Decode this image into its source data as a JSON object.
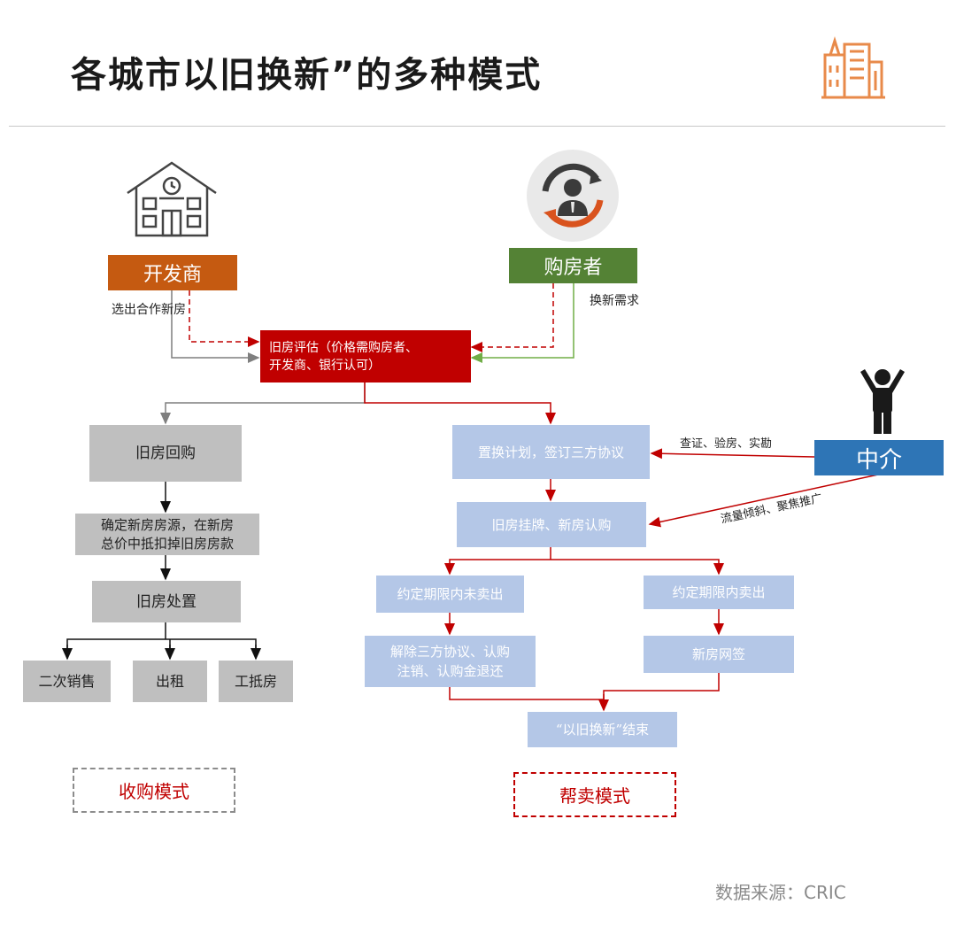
{
  "title": "各城市以旧换新”的多种模式",
  "source": "数据来源：CRIC",
  "colors": {
    "developer": "#c55a11",
    "buyer": "#548235",
    "assessment": "#c00000",
    "agent": "#2e75b6",
    "buyback_box": "#bfbfbf",
    "help_sell_box": "#b4c7e7",
    "gray_line": "#7f7f7f",
    "red_line": "#c00000",
    "green_line": "#70ad47"
  },
  "icons": {
    "logo": "buildings-icon",
    "developer": "building-clock-icon",
    "buyer": "person-cycle-icon",
    "agent": "person-arms-up-icon"
  },
  "actors": {
    "developer": "开发商",
    "buyer": "购房者",
    "agent": "中介"
  },
  "labels": {
    "developer_note": "选出合作新房",
    "buyer_note": "换新需求",
    "agent_note1": "查证、验房、实勘",
    "agent_note2": "流量倾斜、聚焦推广"
  },
  "assessment": {
    "line1": "旧房评估（价格需购房者、",
    "line2": "开发商、银行认可）"
  },
  "buyback": {
    "step1": "旧房回购",
    "step2_line1": "确定新房房源，在新房",
    "step2_line2": "总价中抵扣掉旧房房款",
    "step3": "旧房处置",
    "options": [
      "二次销售",
      "出租",
      "工抵房"
    ],
    "legend": "收购模式"
  },
  "help_sell": {
    "step1": "置换计划，签订三方协议",
    "step2": "旧房挂牌、新房认购",
    "branch_unsold": "约定期限内未卖出",
    "branch_sold": "约定期限内卖出",
    "unsold_result_line1": "解除三方协议、认购",
    "unsold_result_line2": "注销、认购金退还",
    "sold_result": "新房网签",
    "end": "“以旧换新”结束",
    "legend": "帮卖模式"
  }
}
